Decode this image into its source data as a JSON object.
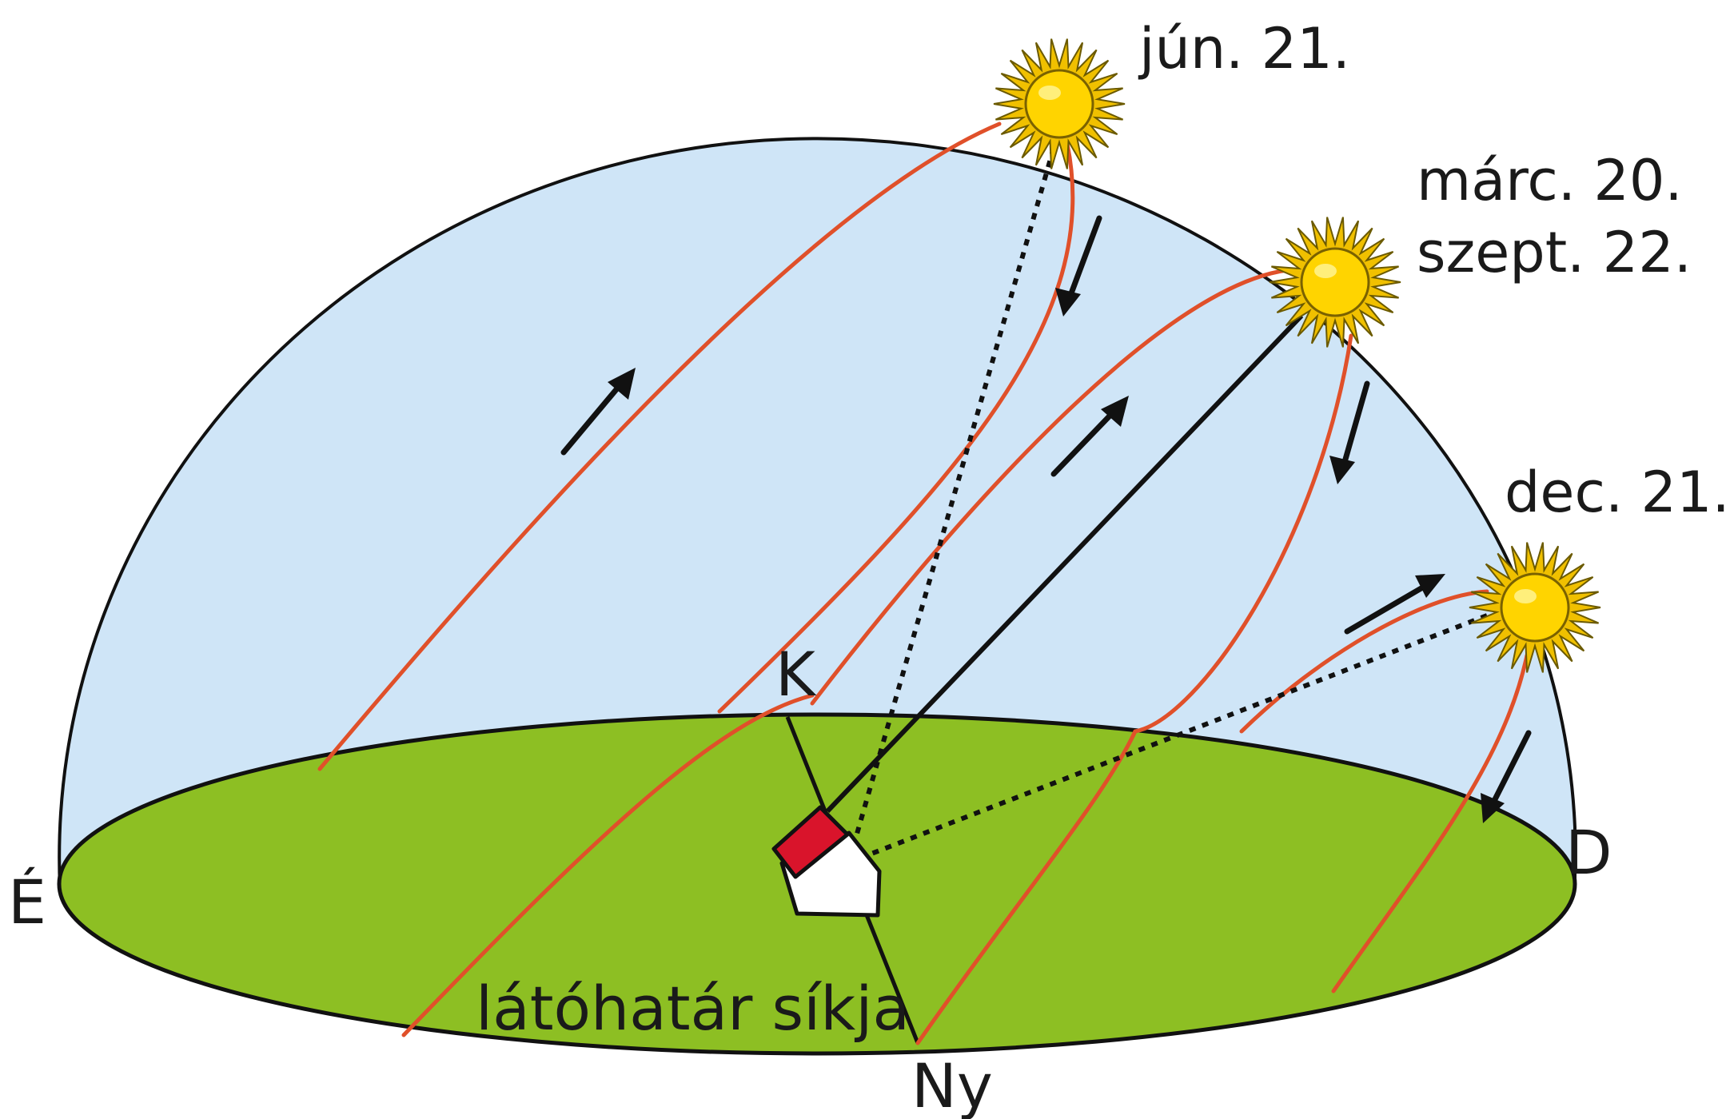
{
  "labels": {
    "jun21": "jún. 21.",
    "marc20": "márc. 20.",
    "szept22": "szept. 22.",
    "dec21": "dec. 21.",
    "north": "É",
    "south": "D",
    "east": "K",
    "west": "Ny",
    "horizon": "látóhatár síkja"
  },
  "colors": {
    "sky": "#cfe5f7",
    "ground": "#8dbf23",
    "sun_path": "#e0502a",
    "sun_fill": "#ffd400",
    "sun_rays": "#f0c000",
    "roof": "#d9142b",
    "house": "#ffffff",
    "outline": "#111111"
  },
  "icons": {
    "sun": "sun-icon",
    "house": "house-icon",
    "arrow": "direction-arrow-icon"
  }
}
